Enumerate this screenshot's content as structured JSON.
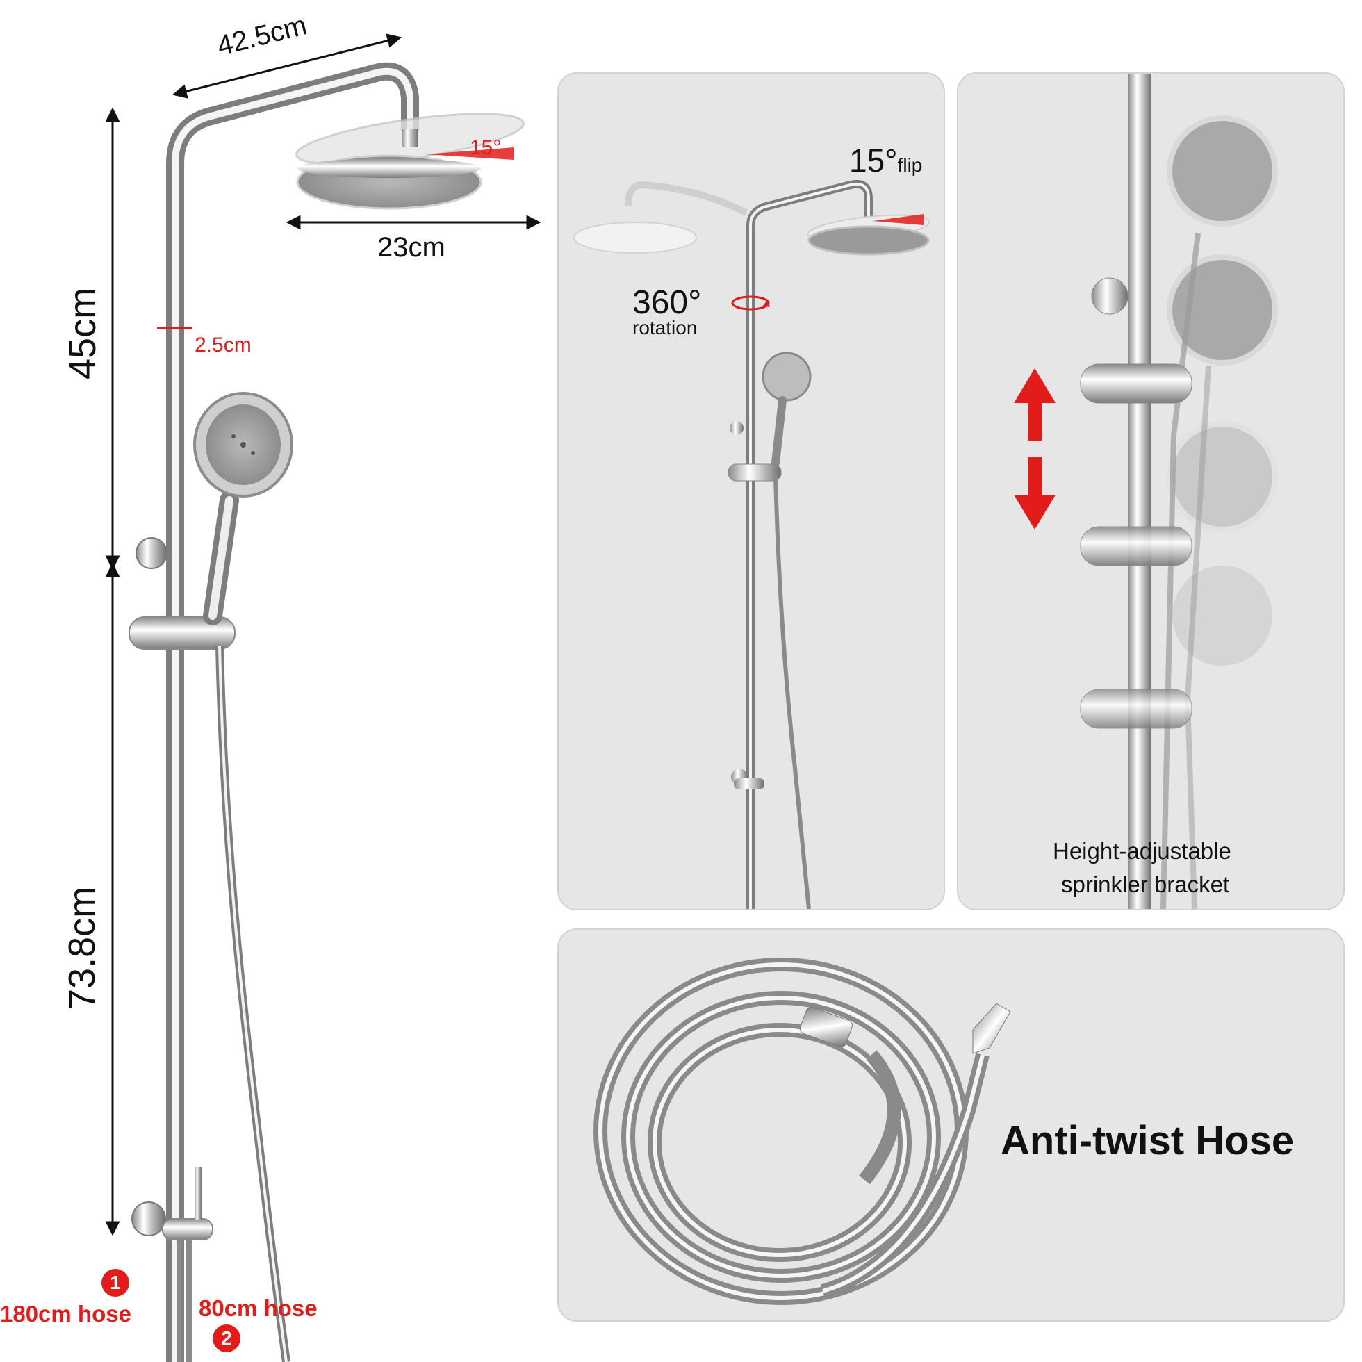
{
  "dimensions": {
    "arm_length": "42.5cm",
    "head_diameter": "23cm",
    "upper_height": "45cm",
    "lower_height": "73.8cm",
    "pipe_diameter": "2.5cm",
    "head_tilt": "15°"
  },
  "hoses": {
    "hose_one": {
      "number": "1",
      "label": "180cm hose"
    },
    "hose_two": {
      "number": "2",
      "label": "80cm hose"
    }
  },
  "rotation_panel": {
    "flip_value": "15°",
    "flip_unit": "flip",
    "rotation_value": "360°",
    "rotation_label": "rotation"
  },
  "height_panel": {
    "caption_line1": "Height-adjustable",
    "caption_line2": "sprinkler bracket"
  },
  "hose_panel": {
    "title": "Anti-twist Hose"
  },
  "colors": {
    "accent_red": "#e21b1b",
    "panel_bg": "#e6e6e6",
    "chrome": "#c9c9c9"
  }
}
